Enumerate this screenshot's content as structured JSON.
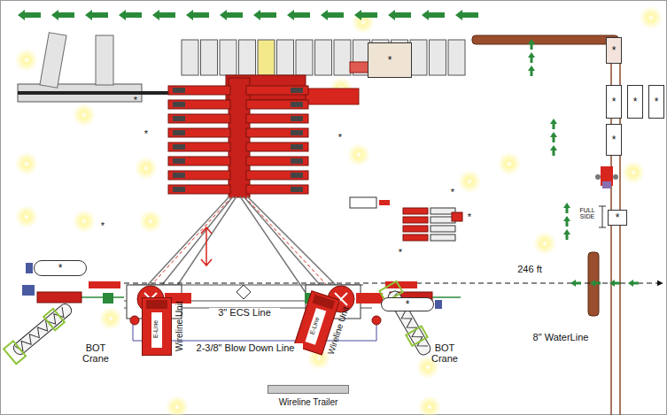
{
  "diagram": {
    "nodes": [
      {
        "text": [
          "*"
        ]
      },
      {
        "text": [
          "*"
        ]
      },
      {
        "text": [
          "*"
        ]
      },
      {
        "text": [
          "*"
        ]
      },
      {
        "text": [
          "*"
        ]
      },
      {
        "text": [
          "*"
        ]
      },
      {
        "text": [
          "*"
        ]
      },
      {
        "text": [
          "*"
        ]
      },
      {
        "text": [
          "*"
        ]
      },
      {
        "text": [
          "Wireline Unit",
          "E-Line"
        ]
      },
      {
        "text": [
          "Wireline Unit",
          "E-Line"
        ]
      },
      {
        "text": [
          "Wireline Trailer"
        ]
      }
    ],
    "labels": [
      "*",
      "*",
      "*",
      "*",
      "*",
      "*",
      "*",
      "3\" ECS Line",
      "2-3/8\" Blow Down Line",
      "246 ft",
      "BOT Crane",
      "BOT Crane",
      "8\" WaterLine",
      "FULL SIDE"
    ]
  }
}
